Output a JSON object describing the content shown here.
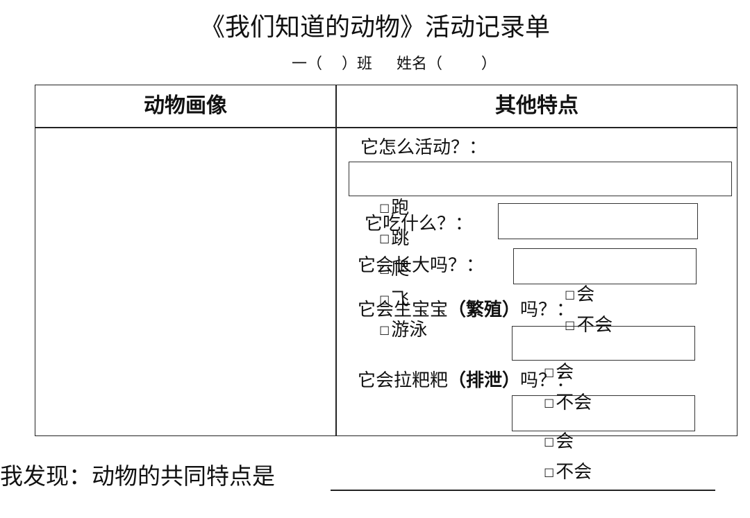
{
  "title": "《我们知道的动物》活动记录单",
  "subline": "一（    ）班     姓名（        ）",
  "table": {
    "col_left": "动物画像",
    "col_right": "其他特点",
    "q_activity": "它怎么活动？：",
    "activity_options": [
      "跑",
      "跳",
      "爬",
      "飞",
      "游泳"
    ],
    "q_food": "它吃什么？：",
    "q_grow": "它会长大吗？：",
    "q_breed_pre": "它会生宝宝",
    "q_breed_bold": "（繁殖）",
    "q_breed_post": "吗？：",
    "q_excrete_pre": "它会拉粑粑",
    "q_excrete_bold": "（排泄）",
    "q_excrete_post": "吗？：",
    "yes": "会",
    "no": "不会",
    "checkbox": "□"
  },
  "footer": {
    "label": "我发现：动物的共同特点是"
  }
}
